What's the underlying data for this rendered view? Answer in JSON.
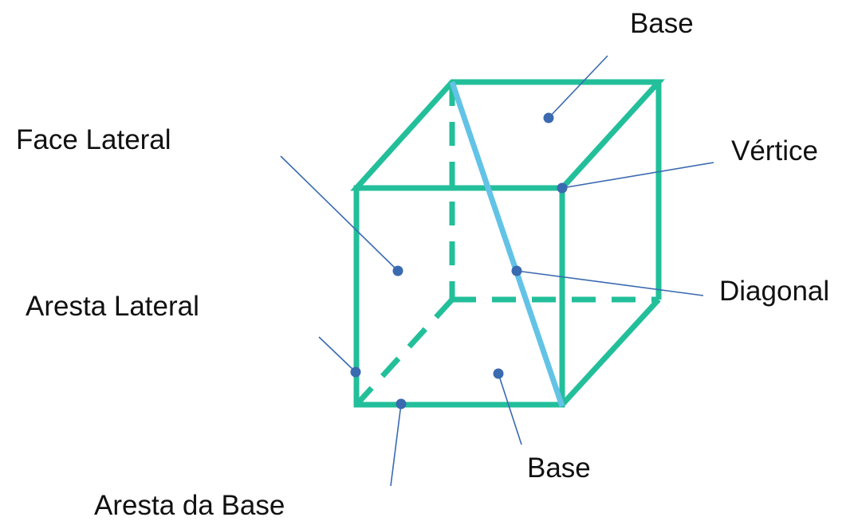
{
  "labels": {
    "base_top": "Base",
    "face_lateral": "Face Lateral",
    "vertice": "Vértice",
    "diagonal": "Diagonal",
    "aresta_lateral": "Aresta Lateral",
    "base_bottom": "Base",
    "aresta_base": "Aresta da Base"
  },
  "colors": {
    "edge": "#22bf9a",
    "diagonal": "#62c3e6",
    "leader": "#3a6ab0",
    "text": "#111111"
  }
}
